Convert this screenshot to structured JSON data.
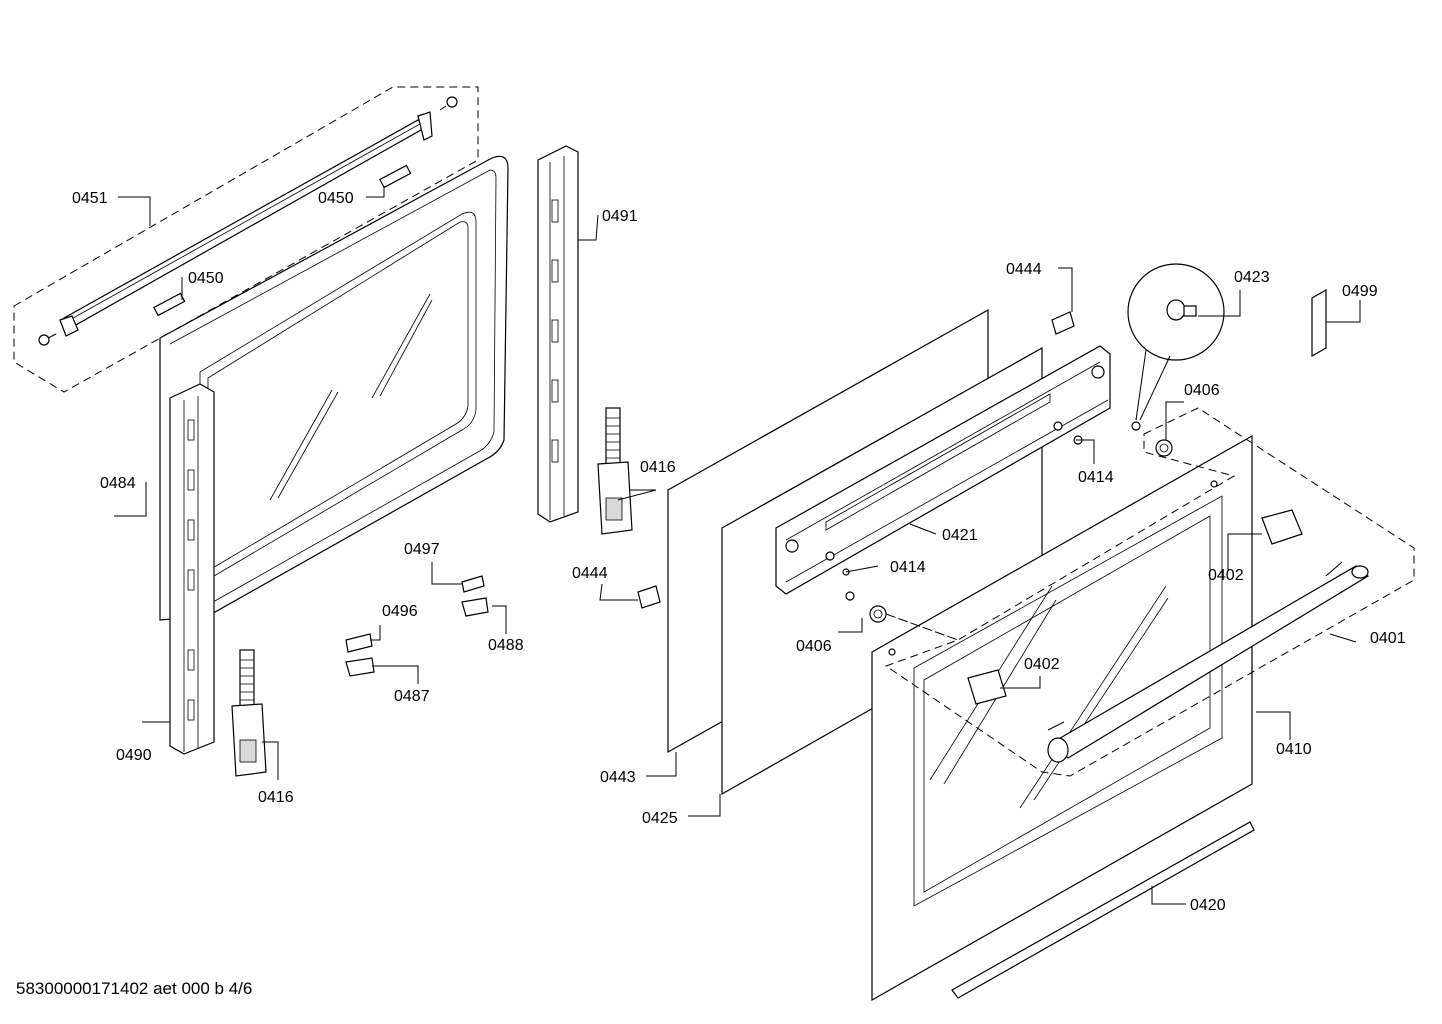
{
  "diagram": {
    "drawing_number": "58300000171402 aet 000 b 4/6",
    "callouts": [
      {
        "id": "c0451",
        "label": "0451"
      },
      {
        "id": "c0450a",
        "label": "0450"
      },
      {
        "id": "c0450b",
        "label": "0450"
      },
      {
        "id": "c0491",
        "label": "0491"
      },
      {
        "id": "c0484",
        "label": "0484"
      },
      {
        "id": "c0416a",
        "label": "0416"
      },
      {
        "id": "c0497",
        "label": "0497"
      },
      {
        "id": "c0496",
        "label": "0496"
      },
      {
        "id": "c0488",
        "label": "0488"
      },
      {
        "id": "c0487",
        "label": "0487"
      },
      {
        "id": "c0490",
        "label": "0490"
      },
      {
        "id": "c0416b",
        "label": "0416"
      },
      {
        "id": "c0444a",
        "label": "0444"
      },
      {
        "id": "c0423",
        "label": "0423"
      },
      {
        "id": "c0499",
        "label": "0499"
      },
      {
        "id": "c0406a",
        "label": "0406"
      },
      {
        "id": "c0414a",
        "label": "0414"
      },
      {
        "id": "c0421",
        "label": "0421"
      },
      {
        "id": "c0414b",
        "label": "0414"
      },
      {
        "id": "c0444b",
        "label": "0444"
      },
      {
        "id": "c0402a",
        "label": "0402"
      },
      {
        "id": "c0406b",
        "label": "0406"
      },
      {
        "id": "c0401",
        "label": "0401"
      },
      {
        "id": "c0402b",
        "label": "0402"
      },
      {
        "id": "c0410",
        "label": "0410"
      },
      {
        "id": "c0443",
        "label": "0443"
      },
      {
        "id": "c0425",
        "label": "0425"
      },
      {
        "id": "c0420",
        "label": "0420"
      }
    ]
  }
}
